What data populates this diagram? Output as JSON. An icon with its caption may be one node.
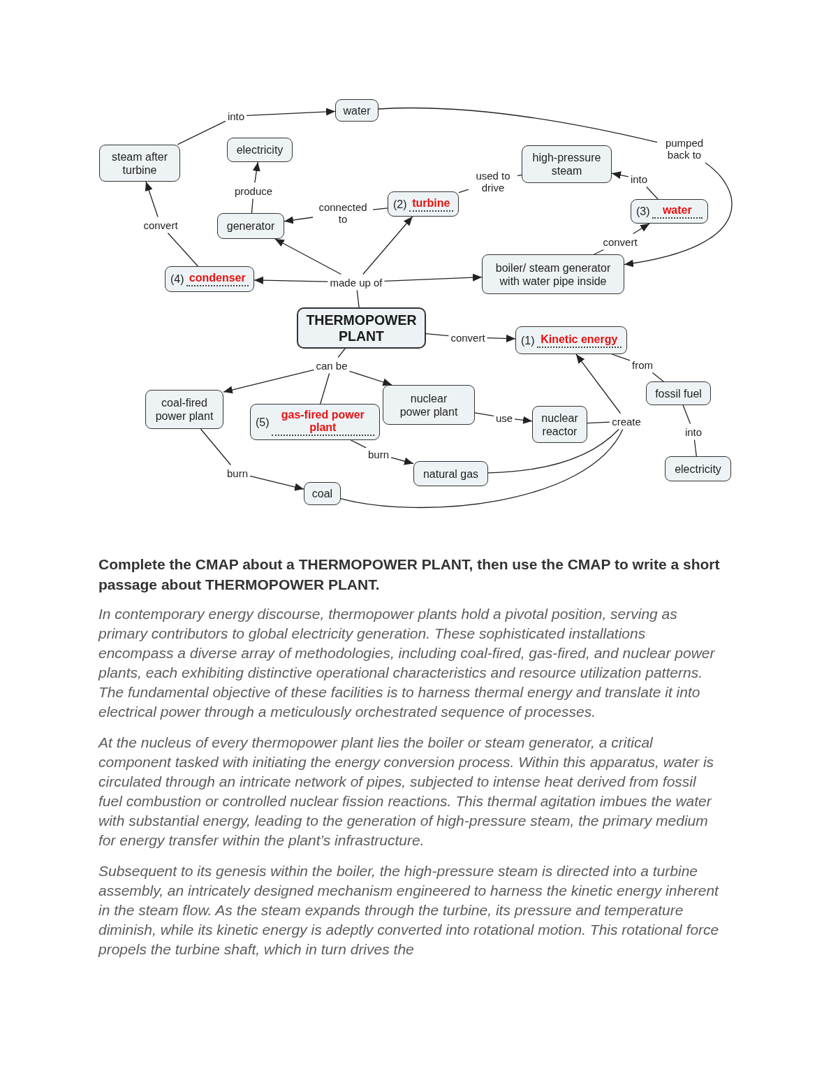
{
  "diagram": {
    "caption": "Complete the CMAP about a THERMOPOWER PLANT, then use the CMAP to write a short passage about THERMOPOWER PLANT.",
    "nodes": [
      {
        "text": [
          "water"
        ]
      },
      {
        "text": [
          "into"
        ]
      },
      {
        "text": [
          "electricity"
        ]
      },
      {
        "text": [
          "pumped back to"
        ]
      },
      {
        "text": [
          "steam after turbine"
        ]
      },
      {
        "text": [
          "high-pressure steam"
        ]
      },
      {
        "text": [
          "used to drive"
        ]
      },
      {
        "text": [
          "into"
        ]
      },
      {
        "text": [
          "produce"
        ]
      },
      {
        "text": [
          "(2)",
          "turbine"
        ]
      },
      {
        "text": [
          "(3)",
          "water"
        ]
      },
      {
        "text": [
          "connected to"
        ]
      },
      {
        "text": [
          "generator"
        ]
      },
      {
        "text": [
          "convert"
        ]
      },
      {
        "text": [
          "convert"
        ]
      },
      {
        "text": [
          "boiler/ steam generator with water pipe inside"
        ]
      },
      {
        "text": [
          "(4)",
          "condenser"
        ]
      },
      {
        "text": [
          "made up of"
        ]
      },
      {
        "text": [
          "THERMOPOWER PLANT"
        ]
      },
      {
        "text": [
          "(1)",
          "Kinetic energy"
        ]
      },
      {
        "text": [
          "convert"
        ]
      },
      {
        "text": [
          "from"
        ]
      },
      {
        "text": [
          "can be"
        ]
      },
      {
        "text": [
          "fossil fuel"
        ]
      },
      {
        "text": [
          "nuclear power plant"
        ]
      },
      {
        "text": [
          "coal-fired power plant"
        ]
      },
      {
        "text": [
          "(5)",
          "gas-fired power plant"
        ]
      },
      {
        "text": [
          "nuclear reactor"
        ]
      },
      {
        "text": [
          "use"
        ]
      },
      {
        "text": [
          "create"
        ]
      },
      {
        "text": [
          "into"
        ]
      },
      {
        "text": [
          "burn"
        ]
      },
      {
        "text": [
          "electricity"
        ]
      },
      {
        "text": [
          "natural gas"
        ]
      },
      {
        "text": [
          "burn"
        ]
      },
      {
        "text": [
          "coal"
        ]
      }
    ],
    "edges": [
      {
        "from": 4,
        "to": 1,
        "arrow": "none"
      },
      {
        "from": 1,
        "to": 0,
        "arrow": "to"
      },
      {
        "from": 0,
        "to": 3,
        "arrow": "none"
      },
      {
        "from": 3,
        "to": 15,
        "arrow": "to"
      },
      {
        "from": 12,
        "to": 8,
        "arrow": "none"
      },
      {
        "from": 8,
        "to": 2,
        "arrow": "to"
      },
      {
        "from": 5,
        "to": 6,
        "arrow": "none"
      },
      {
        "from": 6,
        "to": 9,
        "arrow": "none"
      },
      {
        "from": 10,
        "to": 7,
        "arrow": "none"
      },
      {
        "from": 7,
        "to": 5,
        "arrow": "to"
      },
      {
        "from": 9,
        "to": 11,
        "arrow": "none"
      },
      {
        "from": 11,
        "to": 12,
        "arrow": "to"
      },
      {
        "from": 16,
        "to": 13,
        "arrow": "none"
      },
      {
        "from": 13,
        "to": 4,
        "arrow": "to"
      },
      {
        "from": 15,
        "to": 14,
        "arrow": "none"
      },
      {
        "from": 14,
        "to": 10,
        "arrow": "to"
      },
      {
        "from": 18,
        "to": 17,
        "arrow": "none"
      },
      {
        "from": 17,
        "to": 12,
        "arrow": "to"
      },
      {
        "from": 17,
        "to": 9,
        "arrow": "to"
      },
      {
        "from": 17,
        "to": 16,
        "arrow": "to"
      },
      {
        "from": 17,
        "to": 15,
        "arrow": "to"
      },
      {
        "from": 18,
        "to": 20,
        "arrow": "none"
      },
      {
        "from": 20,
        "to": 19,
        "arrow": "to"
      },
      {
        "from": 19,
        "to": 21,
        "arrow": "none"
      },
      {
        "from": 21,
        "to": 23,
        "arrow": "none"
      },
      {
        "from": 18,
        "to": 22,
        "arrow": "none"
      },
      {
        "from": 22,
        "to": 25,
        "arrow": "to"
      },
      {
        "from": 22,
        "to": 26,
        "arrow": "none"
      },
      {
        "from": 22,
        "to": 24,
        "arrow": "to"
      },
      {
        "from": 24,
        "to": 28,
        "arrow": "none"
      },
      {
        "from": 28,
        "to": 27,
        "arrow": "to"
      },
      {
        "from": 26,
        "to": 31,
        "arrow": "none"
      },
      {
        "from": 31,
        "to": 33,
        "arrow": "to"
      },
      {
        "from": 25,
        "to": 34,
        "arrow": "none"
      },
      {
        "from": 34,
        "to": 35,
        "arrow": "to"
      },
      {
        "from": 27,
        "to": 29,
        "arrow": "none"
      },
      {
        "from": 33,
        "to": 29,
        "arrow": "none"
      },
      {
        "from": 35,
        "to": 29,
        "arrow": "none"
      },
      {
        "from": 29,
        "to": 19,
        "arrow": "to"
      },
      {
        "from": 23,
        "to": 30,
        "arrow": "none"
      },
      {
        "from": 30,
        "to": 32,
        "arrow": "none"
      }
    ],
    "labels": [
      "In contemporary energy discourse, thermopower plants hold a pivotal position, serving as primary contributors to global electricity generation. These sophisticated installations encompass a diverse array of methodologies, including coal-fired, gas-fired, and nuclear power plants, each exhibiting distinctive operational characteristics and resource utilization patterns. The fundamental objective of these facilities is to harness thermal energy and translate it into electrical power through a meticulously orchestrated sequence of processes.",
      "At the nucleus of every thermopower plant lies the boiler or steam generator, a critical component tasked with initiating the energy conversion process. Within this apparatus, water is circulated through an intricate network of pipes, subjected to intense heat derived from fossil fuel combustion or controlled nuclear fission reactions. This thermal agitation imbues the water with substantial energy, leading to the generation of high-pressure steam, the primary medium for energy transfer within the plant’s infrastructure.",
      "Subsequent to its genesis within the boiler, the high-pressure steam is directed into a turbine assembly, an intricately designed mechanism engineered to harness the kinetic energy inherent in the steam flow. As the steam expands through the turbine, its pressure and temperature diminish, while its kinetic energy is adeptly converted into rotational motion. This rotational force propels the turbine shaft, which in turn drives the"
    ]
  }
}
